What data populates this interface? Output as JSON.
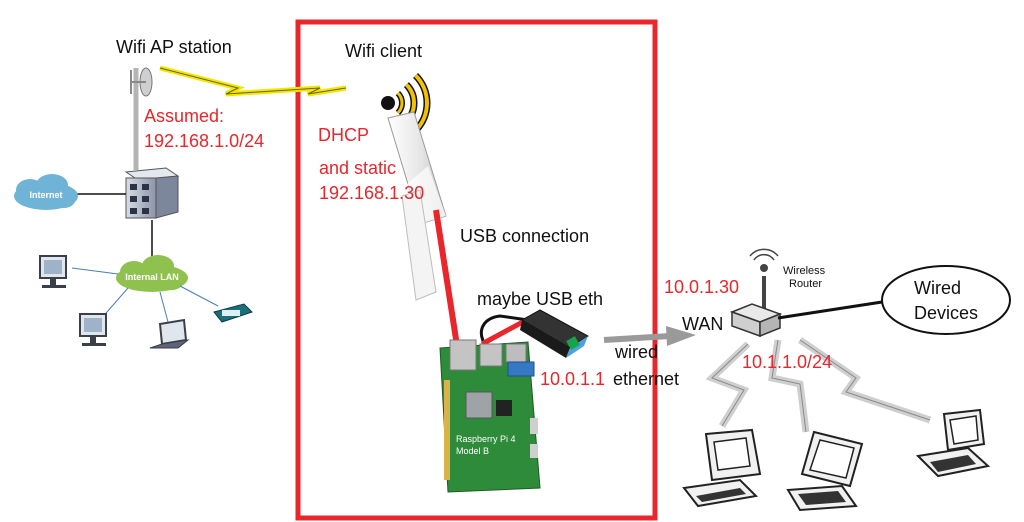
{
  "labels": {
    "wifi_ap_station": "Wifi AP station",
    "assumed": "Assumed:",
    "assumed_subnet": "192.168.1.0/24",
    "wifi_client": "Wifi client",
    "dhcp": "DHCP",
    "and_static": "and static",
    "static_ip": "192.168.1.30",
    "usb_connection": "USB connection",
    "maybe_usb_eth": "maybe USB eth",
    "pi_ip": "10.0.1.1",
    "wired": "wired",
    "ethernet": "ethernet",
    "router_ip": "10.0.1.30",
    "wan": "WAN",
    "router_subnet": "10.1.1.0/24",
    "wireless": "Wireless",
    "router": "Router",
    "wired_devices_line1": "Wired",
    "wired_devices_line2": "Devices",
    "internet": "Internet",
    "internal_lan": "Internal LAN",
    "pi_board_line1": "Raspberry Pi 4",
    "pi_board_line2": "Model B"
  },
  "colors": {
    "accent_red": "#e8262b",
    "cloud_blue": "#6fb4d6",
    "cloud_green": "#8fc14f",
    "wifi_yellow": "#f2c200",
    "pi_green": "#2e8b3a",
    "arrow_gray": "#9a9a9a"
  }
}
